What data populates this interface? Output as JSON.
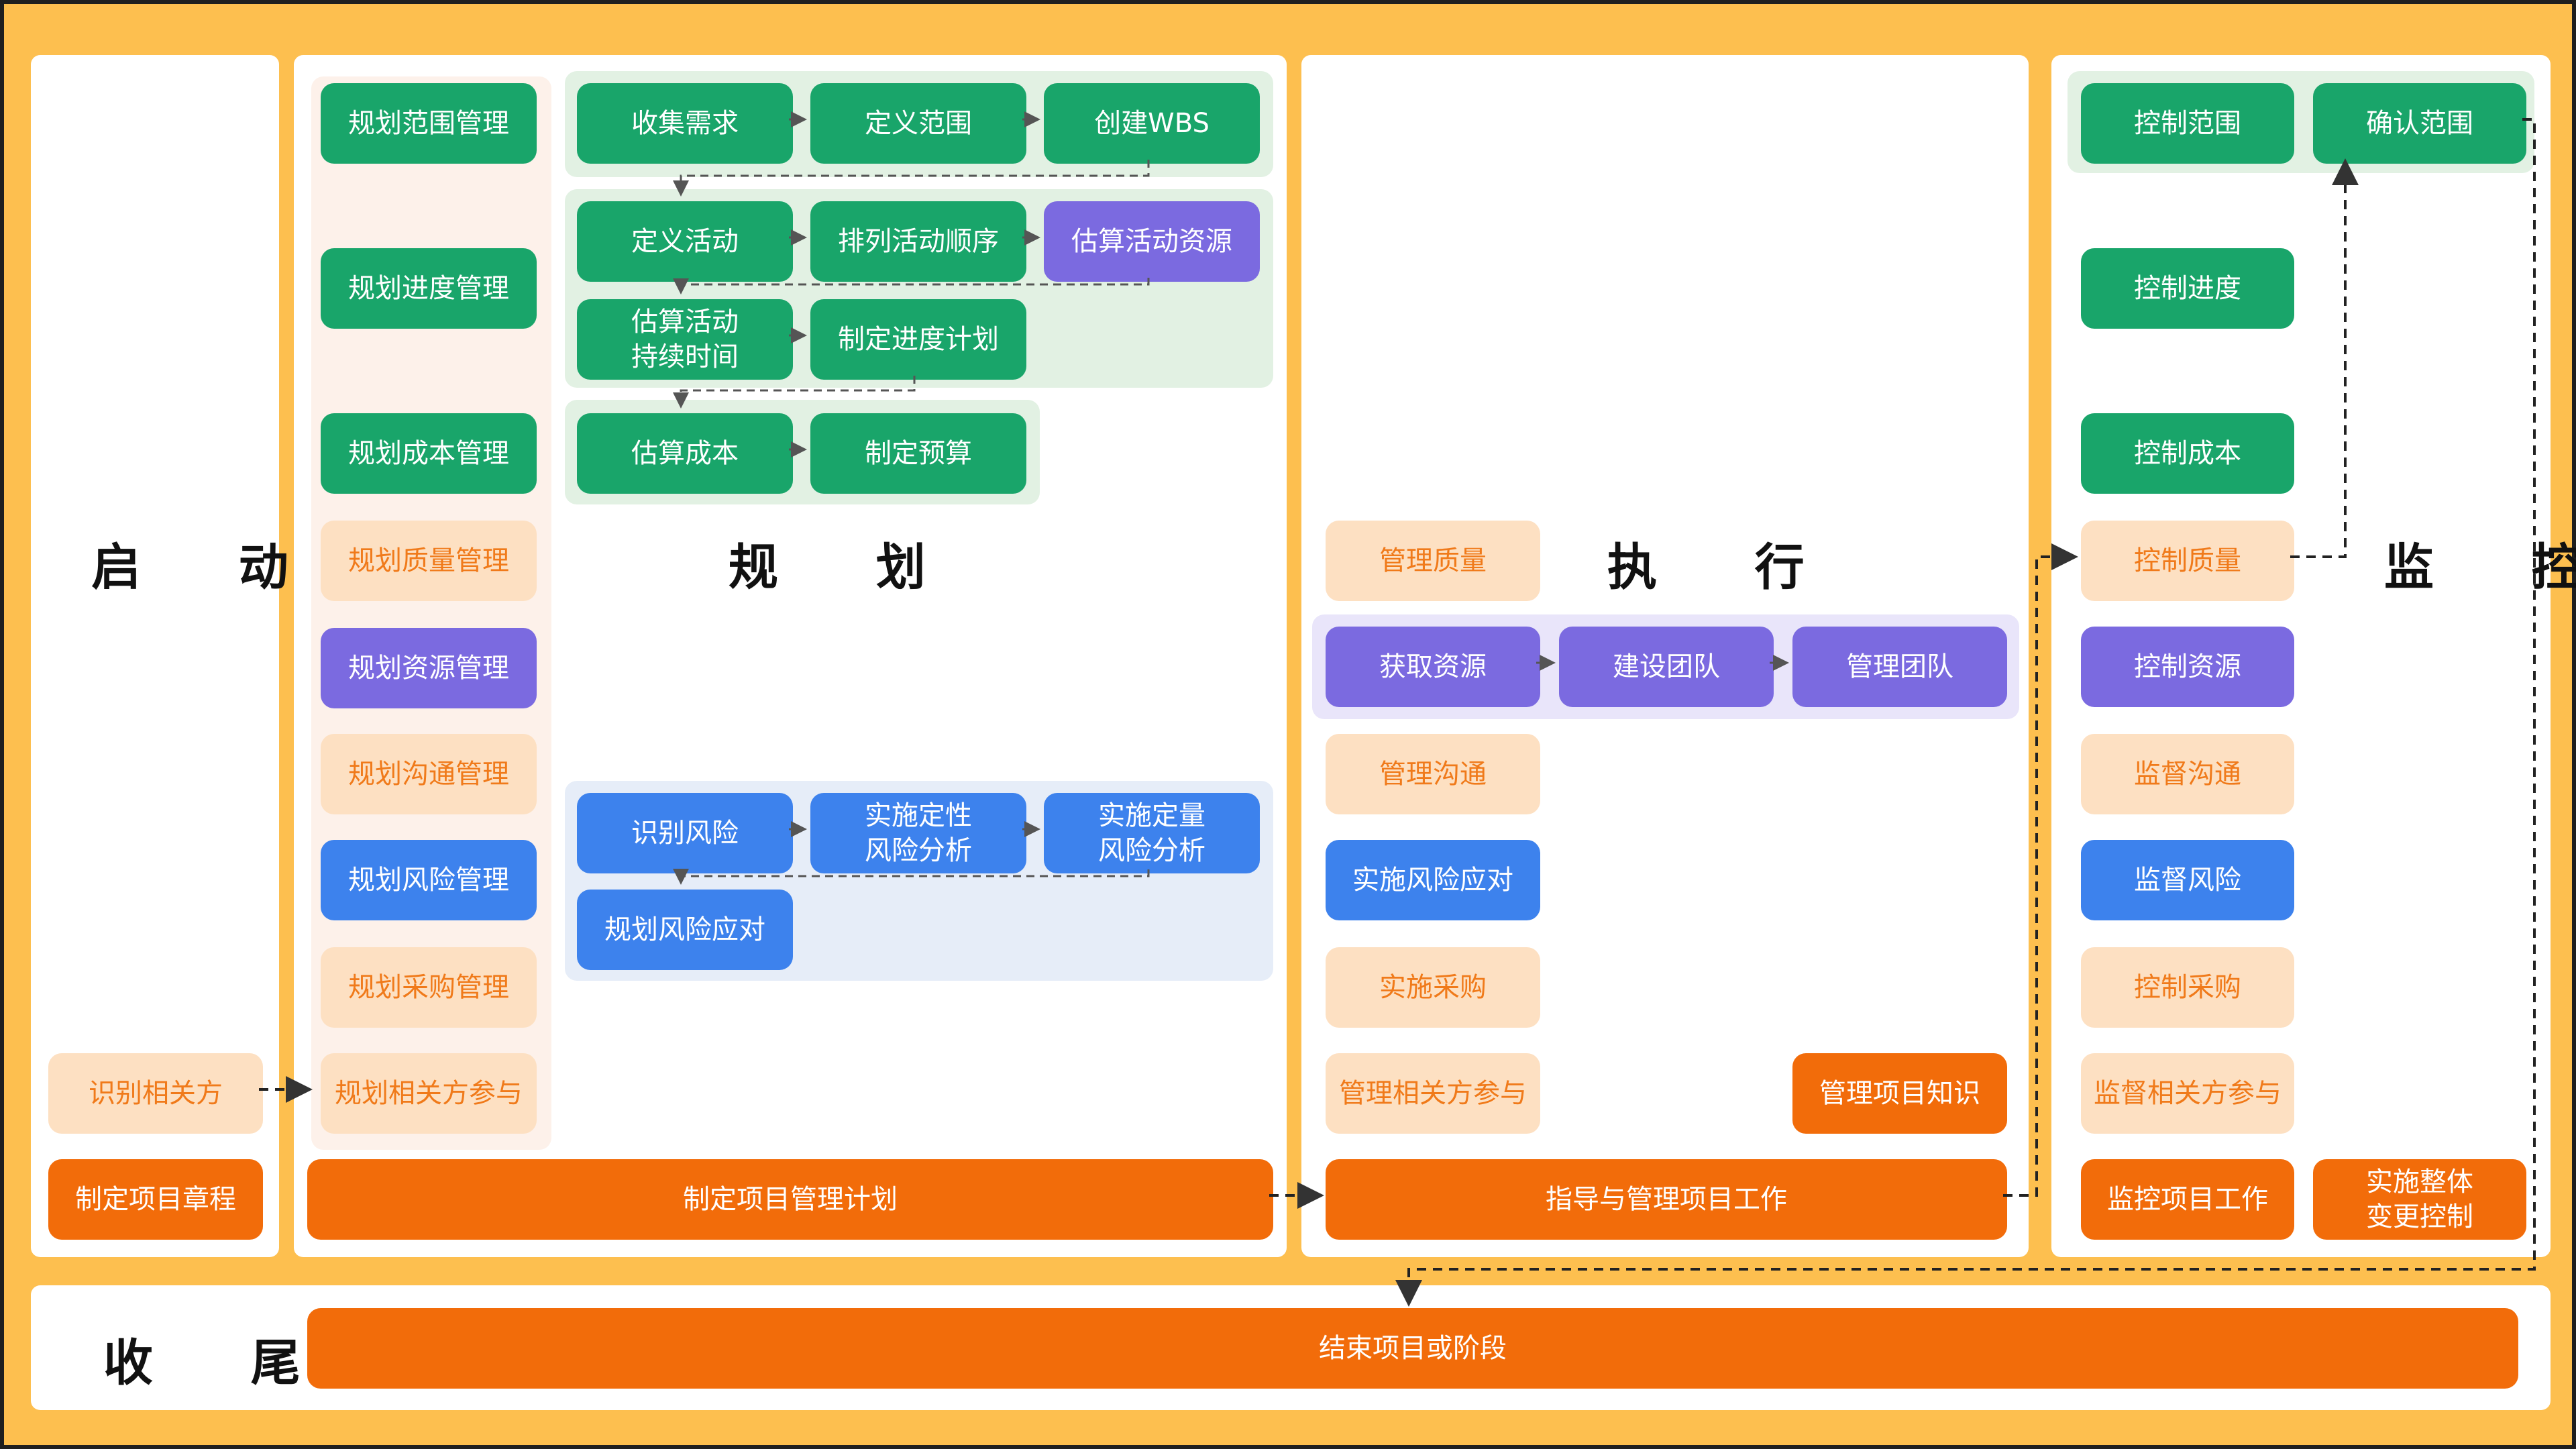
{
  "phases": {
    "initiating": "启 动",
    "planning": "规 划",
    "executing": "执 行",
    "monitoring": "监 控",
    "closing": "收 尾"
  },
  "initiating": {
    "identify_stakeholders": "识别相关方",
    "develop_charter": "制定项目章程"
  },
  "planning": {
    "plan_scope": "规划范围管理",
    "plan_schedule": "规划进度管理",
    "plan_cost": "规划成本管理",
    "plan_quality": "规划质量管理",
    "plan_resource": "规划资源管理",
    "plan_communications": "规划沟通管理",
    "plan_risk": "规划风险管理",
    "plan_procurement": "规划采购管理",
    "plan_stakeholder": "规划相关方参与",
    "collect_requirements": "收集需求",
    "define_scope": "定义范围",
    "create_wbs": "创建WBS",
    "define_activities": "定义活动",
    "sequence_activities": "排列活动顺序",
    "estimate_resources": "估算活动资源",
    "estimate_durations": "估算活动\n持续时间",
    "develop_schedule": "制定进度计划",
    "estimate_costs": "估算成本",
    "determine_budget": "制定预算",
    "identify_risks": "识别风险",
    "qualitative_risk": "实施定性\n风险分析",
    "quantitative_risk": "实施定量\n风险分析",
    "plan_risk_responses": "规划风险应对",
    "develop_pm_plan": "制定项目管理计划"
  },
  "executing": {
    "manage_quality": "管理质量",
    "acquire_resources": "获取资源",
    "develop_team": "建设团队",
    "manage_team": "管理团队",
    "manage_communications": "管理沟通",
    "implement_risk_responses": "实施风险应对",
    "conduct_procurements": "实施采购",
    "manage_stakeholder": "管理相关方参与",
    "manage_knowledge": "管理项目知识",
    "direct_manage_work": "指导与管理项目工作"
  },
  "monitoring": {
    "control_scope": "控制范围",
    "validate_scope": "确认范围",
    "control_schedule": "控制进度",
    "control_costs": "控制成本",
    "control_quality": "控制质量",
    "control_resources": "控制资源",
    "monitor_communications": "监督沟通",
    "monitor_risks": "监督风险",
    "control_procurements": "控制采购",
    "monitor_stakeholder": "监督相关方参与",
    "monitor_control_work": "监控项目工作",
    "integrated_change_control": "实施整体\n变更控制"
  },
  "closing": {
    "close_project": "结束项目或阶段"
  },
  "colors": {
    "frame": "#fdbf4f",
    "green": "#19a56a",
    "purple": "#7b6ae0",
    "blue": "#3d82ed",
    "peach": "#fde0c2",
    "orange": "#f26c0a"
  }
}
